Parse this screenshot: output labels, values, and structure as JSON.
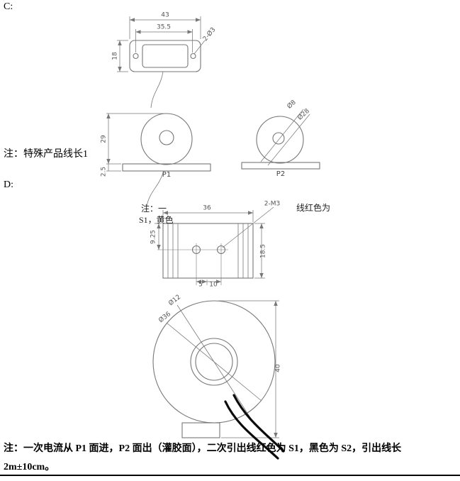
{
  "page": {
    "section_c": "C:",
    "section_d": "D:",
    "note_special_product": "注：特殊产品线长1",
    "note_bottom_line1": "注：一次电流从 P1 面进，P2 面出（灌胶面），二次引出线红色为 S1，黑色为 S2，引出线长",
    "note_bottom_line2": "2m±10cm。"
  },
  "drawing_c": {
    "top_view": {
      "dim_overall_width": "43",
      "dim_slot_width": "35.5",
      "dim_depth": "18",
      "hole_callout": "2-Ø3"
    },
    "front_view": {
      "dim_height": "29",
      "dim_base_thickness": "2.5",
      "face_label": "P1"
    },
    "side_view": {
      "dim_hole": "Ø8",
      "dim_ring": "Ø28",
      "face_label": "P2"
    }
  },
  "drawing_d": {
    "top_view": {
      "note_fragment_left_line1": "注：一",
      "note_fragment_left_line2": "S1，黄色",
      "note_fragment_right": "线红色为",
      "dim_width": "36",
      "hole_callout": "2-M3",
      "dim_hole_offset": "9.25",
      "dim_depth": "18.5",
      "dim_spacing_a": "5",
      "dim_spacing_b": "10"
    },
    "front_view": {
      "dim_bore": "Ø12",
      "dim_outer": "Ø36",
      "dim_height": "40"
    }
  }
}
